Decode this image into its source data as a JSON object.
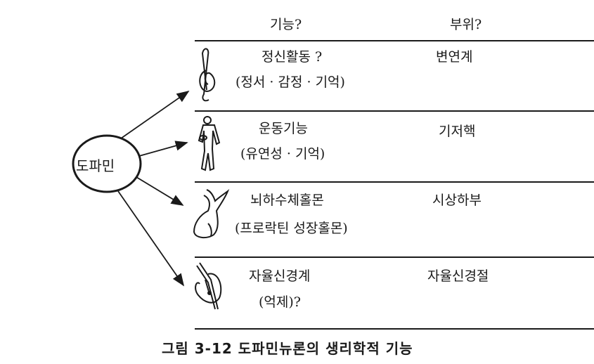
{
  "header": {
    "function_label": "기능?",
    "site_label": "부위?"
  },
  "center_node": "도파민",
  "rows": [
    {
      "icon": "treble-clef-icon",
      "function": "정신활동 ?",
      "detail": "(정서 · 감정 · 기억)",
      "site": "변연계"
    },
    {
      "icon": "human-figure-icon",
      "function": "운동기능",
      "detail": "(유연성 · 기억)",
      "site": "기저핵"
    },
    {
      "icon": "pituitary-gland-icon",
      "function": "뇌하수체홀몬",
      "detail": "(프로락틴 성장홀몬)",
      "site": "시상하부"
    },
    {
      "icon": "nerve-ganglion-icon",
      "function": "자율신경계",
      "detail": "(억제)?",
      "site": "자율신경절"
    }
  ],
  "caption": "그림 3-12  도파민뉴론의 생리학적 기능"
}
